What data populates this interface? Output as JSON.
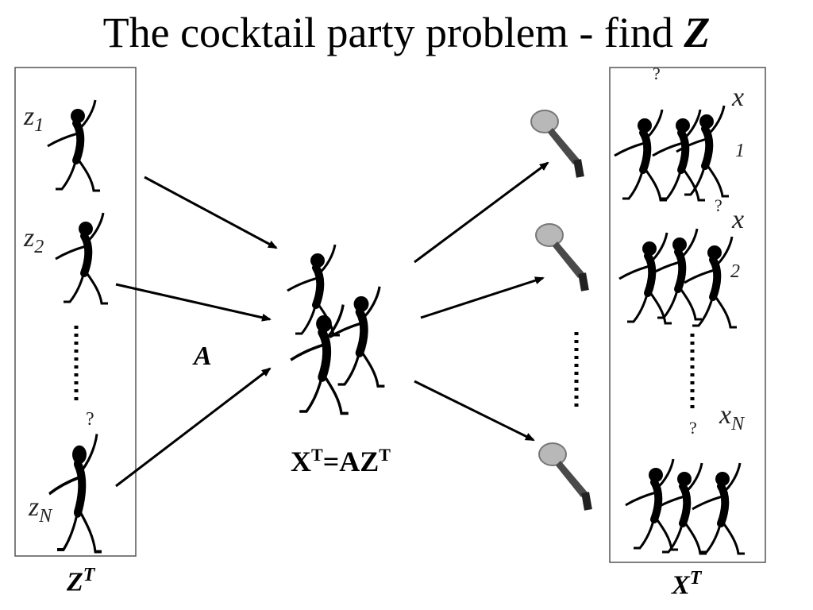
{
  "title": {
    "text": "The cocktail party problem - find ",
    "emphasis": "Z"
  },
  "sources": {
    "z1": {
      "base": "z",
      "sub": "1"
    },
    "z2": {
      "base": "z",
      "sub": "2"
    },
    "zN": {
      "base": "z",
      "sub": "N"
    },
    "matrix": {
      "base": "Z",
      "sup": "T"
    }
  },
  "mixing": {
    "label": "A"
  },
  "equation": {
    "lhs": "X",
    "lhs_sup": "T",
    "eq": "=AZ",
    "rhs_sup": "T"
  },
  "observations": {
    "x1": {
      "base": "x",
      "index": "1"
    },
    "x2": {
      "base": "x",
      "index": "2"
    },
    "xN": {
      "base": "x",
      "sub": "N"
    },
    "matrix": {
      "base": "X",
      "sup": "T"
    }
  },
  "question_mark": "?",
  "colors": {
    "ink": "#000000",
    "mic_head": "#b8b8b8",
    "mic_body": "#4a4a4a",
    "box": "#555555"
  }
}
